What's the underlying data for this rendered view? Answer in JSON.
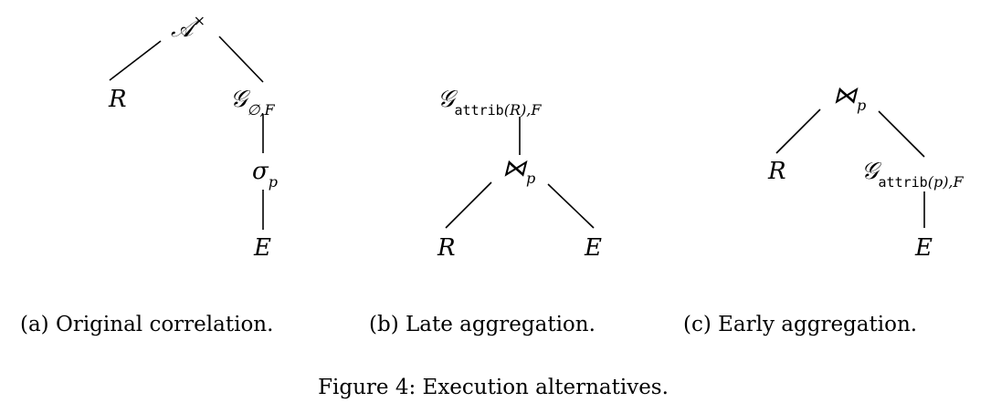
{
  "figure": {
    "caption": "Figure 4: Execution alternatives.",
    "panels": [
      {
        "caption": "(a) Original correlation.",
        "nodes": {
          "root": {
            "main": "𝒜",
            "sup": "×"
          },
          "r": {
            "main": "R"
          },
          "g": {
            "main": "𝒢",
            "sub": "∅,F"
          },
          "sigma": {
            "main": "σ",
            "sub": "p"
          },
          "e": {
            "main": "E"
          }
        }
      },
      {
        "caption": "(b) Late aggregation.",
        "nodes": {
          "g": {
            "main": "𝒢",
            "sub_tt": "attrib",
            "sub_rest": "(R),F"
          },
          "join": {
            "main": "⋈",
            "sub": "p"
          },
          "r": {
            "main": "R"
          },
          "e": {
            "main": "E"
          }
        }
      },
      {
        "caption": "(c) Early aggregation.",
        "nodes": {
          "join": {
            "main": "⋈",
            "sub": "p"
          },
          "r": {
            "main": "R"
          },
          "g": {
            "main": "𝒢",
            "sub_tt": "attrib",
            "sub_rest": "(p),F"
          },
          "e": {
            "main": "E"
          }
        }
      }
    ]
  }
}
